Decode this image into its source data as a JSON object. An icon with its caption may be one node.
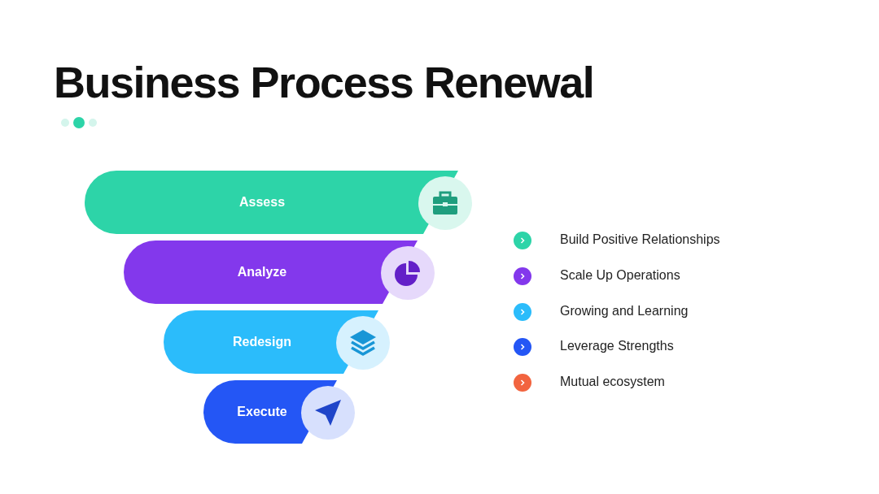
{
  "diagram": {
    "title": "Business Process Renewal",
    "nodes": [
      {
        "text": [
          "Assess"
        ]
      },
      {
        "text": [
          "Analyze"
        ]
      },
      {
        "text": [
          "Redesign"
        ]
      },
      {
        "text": [
          "Execute"
        ]
      }
    ],
    "legend": [
      {
        "text": "Build Positive Relationships",
        "color": "#2dd4a8"
      },
      {
        "text": "Scale Up Operations",
        "color": "#8338ec"
      },
      {
        "text": "Growing and Learning",
        "color": "#2bbcfb"
      },
      {
        "text": "Leverage Strengths",
        "color": "#2456f5"
      },
      {
        "text": "Mutual ecosystem",
        "color": "#f2643f"
      }
    ]
  }
}
